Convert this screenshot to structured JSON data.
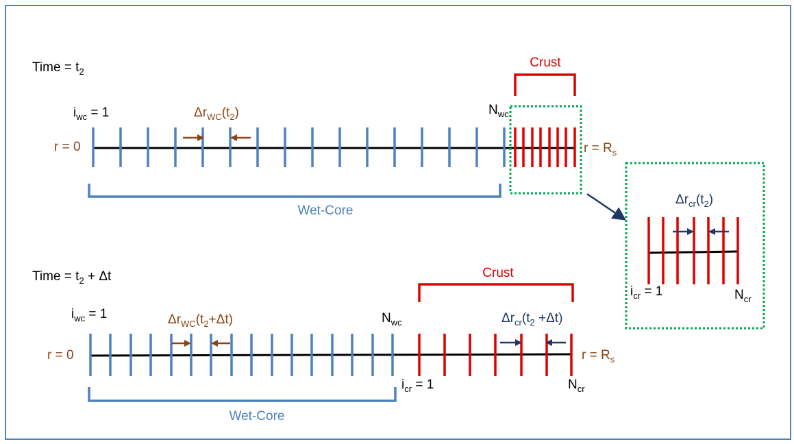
{
  "colors": {
    "frame": "#4F81BD",
    "wet_core": "#4F81BD",
    "crust": "#E00000",
    "axis": "#000000",
    "delta_wc": "#8B4513",
    "delta_cr": "#1F3864",
    "zoom_box": "#00A651"
  },
  "top": {
    "time_label": "Time = t",
    "time_sub": "2",
    "iwc_i": "i",
    "iwc_sub": "wc",
    "iwc_rest": " = 1",
    "delta_wc_main": "Δr",
    "delta_wc_sub": "WC",
    "delta_wc_open": "(t",
    "delta_wc_sub2": "2",
    "delta_wc_close": ")",
    "nwc_main": "N",
    "nwc_sub": "wc",
    "r0": "r = 0",
    "rs_main": "r = R",
    "rs_sub": "s",
    "crust_label": "Crust",
    "wetcore_label": "Wet-Core"
  },
  "zoom": {
    "delta_main": "Δr",
    "delta_sub": "cr",
    "delta_open": "(t",
    "delta_sub2": "2",
    "delta_close": ")",
    "icr_main": "i",
    "icr_sub": "cr",
    "icr_rest": " = 1",
    "ncr_main": "N",
    "ncr_sub": "cr"
  },
  "bottom": {
    "time_label": "Time = t",
    "time_sub": "2",
    "time_rest": " + Δt",
    "iwc_i": "i",
    "iwc_sub": "wc",
    "iwc_rest": " = 1",
    "delta_wc_main": "Δr",
    "delta_wc_sub": "WC",
    "delta_wc_open": "(t",
    "delta_wc_sub2": "2",
    "delta_wc_close": "+Δt)",
    "nwc_main": "N",
    "nwc_sub": "wc",
    "r0": "r = 0",
    "rs_main": "r = R",
    "rs_sub": "s",
    "crust_label": "Crust",
    "wetcore_label": "Wet-Core",
    "delta_cr_main": "Δr",
    "delta_cr_sub": "cr",
    "delta_cr_open": "(t",
    "delta_cr_sub2": "2",
    "delta_cr_close": " +Δt)",
    "icr_main": "i",
    "icr_sub": "cr",
    "icr_rest": " = 1",
    "ncr_main": "N",
    "ncr_sub": "cr"
  }
}
